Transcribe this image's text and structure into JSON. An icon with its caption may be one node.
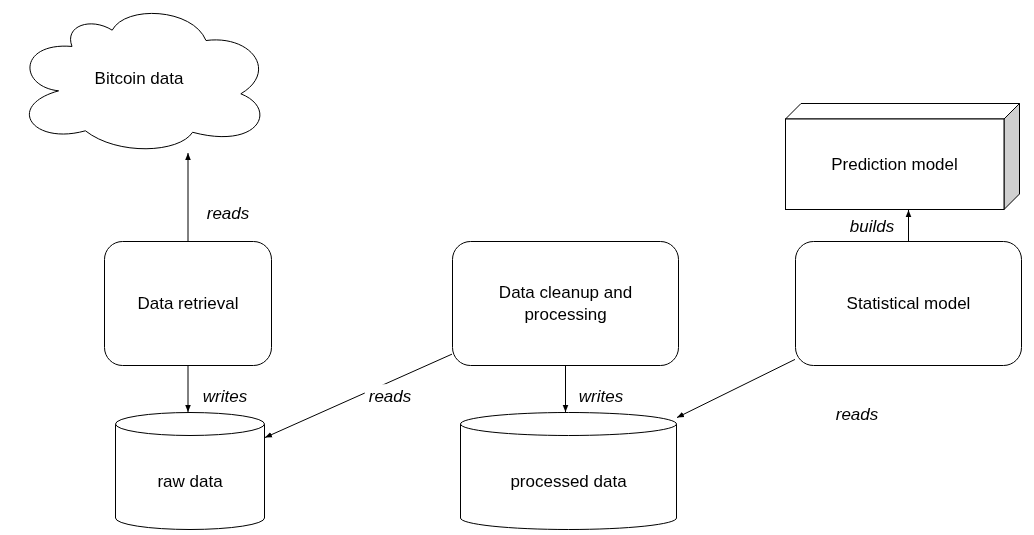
{
  "diagram": {
    "nodes": [
      {
        "text": [
          "Bitcoin data"
        ]
      },
      {
        "text": [
          "Prediction model"
        ]
      },
      {
        "text": [
          "Data retrieval"
        ]
      },
      {
        "text": [
          "Data cleanup and processing"
        ]
      },
      {
        "text": [
          "Statistical model"
        ]
      },
      {
        "text": [
          "raw data"
        ]
      },
      {
        "text": [
          "processed data"
        ]
      }
    ],
    "edges": [
      {
        "from": 2,
        "to": 0,
        "arrow": "to",
        "label": "reads"
      },
      {
        "from": 2,
        "to": 5,
        "arrow": "to",
        "label": "writes"
      },
      {
        "from": 3,
        "to": 5,
        "arrow": "to",
        "label": "reads"
      },
      {
        "from": 3,
        "to": 6,
        "arrow": "to",
        "label": "writes"
      },
      {
        "from": 4,
        "to": 6,
        "arrow": "to",
        "label": "reads"
      },
      {
        "from": 4,
        "to": 1,
        "arrow": "to",
        "label": "builds"
      }
    ]
  }
}
